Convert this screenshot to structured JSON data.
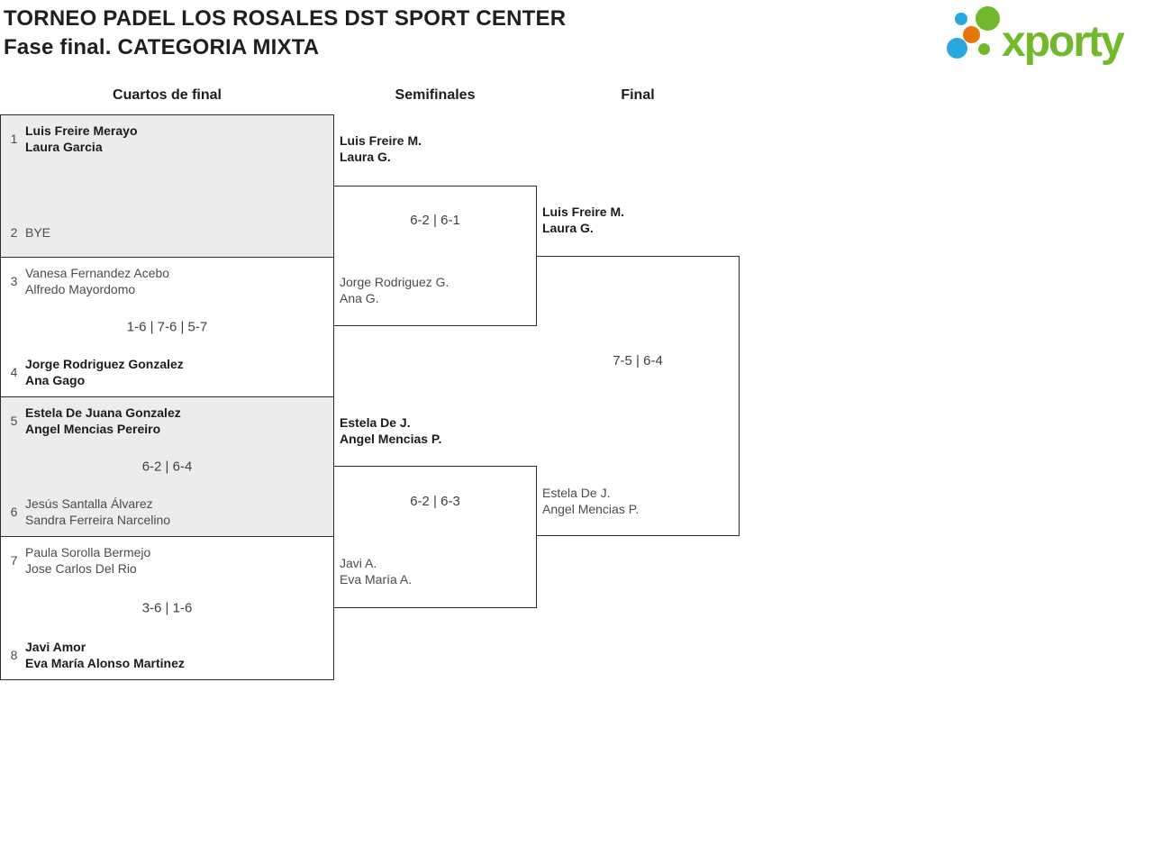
{
  "header": {
    "title_line1": "TORNEO PADEL LOS ROSALES DST SPORT CENTER",
    "title_line2": "Fase final. CATEGORIA MIXTA"
  },
  "logo": {
    "text": "xporty",
    "colors": {
      "green": "#72b82d",
      "blue": "#29a8e0",
      "orange": "#e8740c"
    }
  },
  "round_headers": {
    "quarterfinals": "Cuartos de final",
    "semifinals": "Semifinales",
    "final": "Final"
  },
  "bracket": {
    "quarterfinals": [
      {
        "top": {
          "seed": "1",
          "line1": "Luis Freire Merayo",
          "line2": "Laura Garcia",
          "winner": true
        },
        "bottom": {
          "seed": "2",
          "line1": "BYE",
          "line2": "",
          "winner": false
        },
        "score": ""
      },
      {
        "top": {
          "seed": "3",
          "line1": "Vanesa Fernandez Acebo",
          "line2": "Alfredo Mayordomo",
          "winner": false
        },
        "bottom": {
          "seed": "4",
          "line1": "Jorge Rodriguez Gonzalez",
          "line2": "Ana Gago",
          "winner": true
        },
        "score": "1-6 | 7-6 | 5-7"
      },
      {
        "top": {
          "seed": "5",
          "line1": "Estela De Juana Gonzalez",
          "line2": "Angel Mencias Pereiro",
          "winner": true
        },
        "bottom": {
          "seed": "6",
          "line1": "Jesús Santalla Álvarez",
          "line2": "Sandra Ferreira Narcelino",
          "winner": false
        },
        "score": "6-2 | 6-4"
      },
      {
        "top": {
          "seed": "7",
          "line1": "Paula Sorolla Bermejo",
          "line2": "Jose Carlos Del Rio",
          "winner": false
        },
        "bottom": {
          "seed": "8",
          "line1": "Javi Amor",
          "line2": "Eva María Alonso Martinez",
          "winner": true
        },
        "score": "3-6 | 1-6"
      }
    ],
    "semifinals": [
      {
        "top": {
          "line1": "Luis Freire M.",
          "line2": "Laura G.",
          "winner": true
        },
        "bottom": {
          "line1": "Jorge Rodriguez G.",
          "line2": "Ana G.",
          "winner": false
        },
        "score": "6-2 | 6-1"
      },
      {
        "top": {
          "line1": "Estela De J.",
          "line2": "Angel Mencias P.",
          "winner": true
        },
        "bottom": {
          "line1": "Javi A.",
          "line2": "Eva María A.",
          "winner": false
        },
        "score": "6-2 | 6-3"
      }
    ],
    "final": {
      "top": {
        "line1": "Luis Freire M.",
        "line2": "Laura G.",
        "winner": true
      },
      "bottom": {
        "line1": "Estela De J.",
        "line2": "Angel Mencias P.",
        "winner": false
      },
      "score": "7-5 | 6-4"
    }
  },
  "colors": {
    "box_fill_alt": "#ececec",
    "border": "#2d2d2d",
    "winner_text": "#1c1c1c",
    "muted_text": "#4b4b4b"
  }
}
